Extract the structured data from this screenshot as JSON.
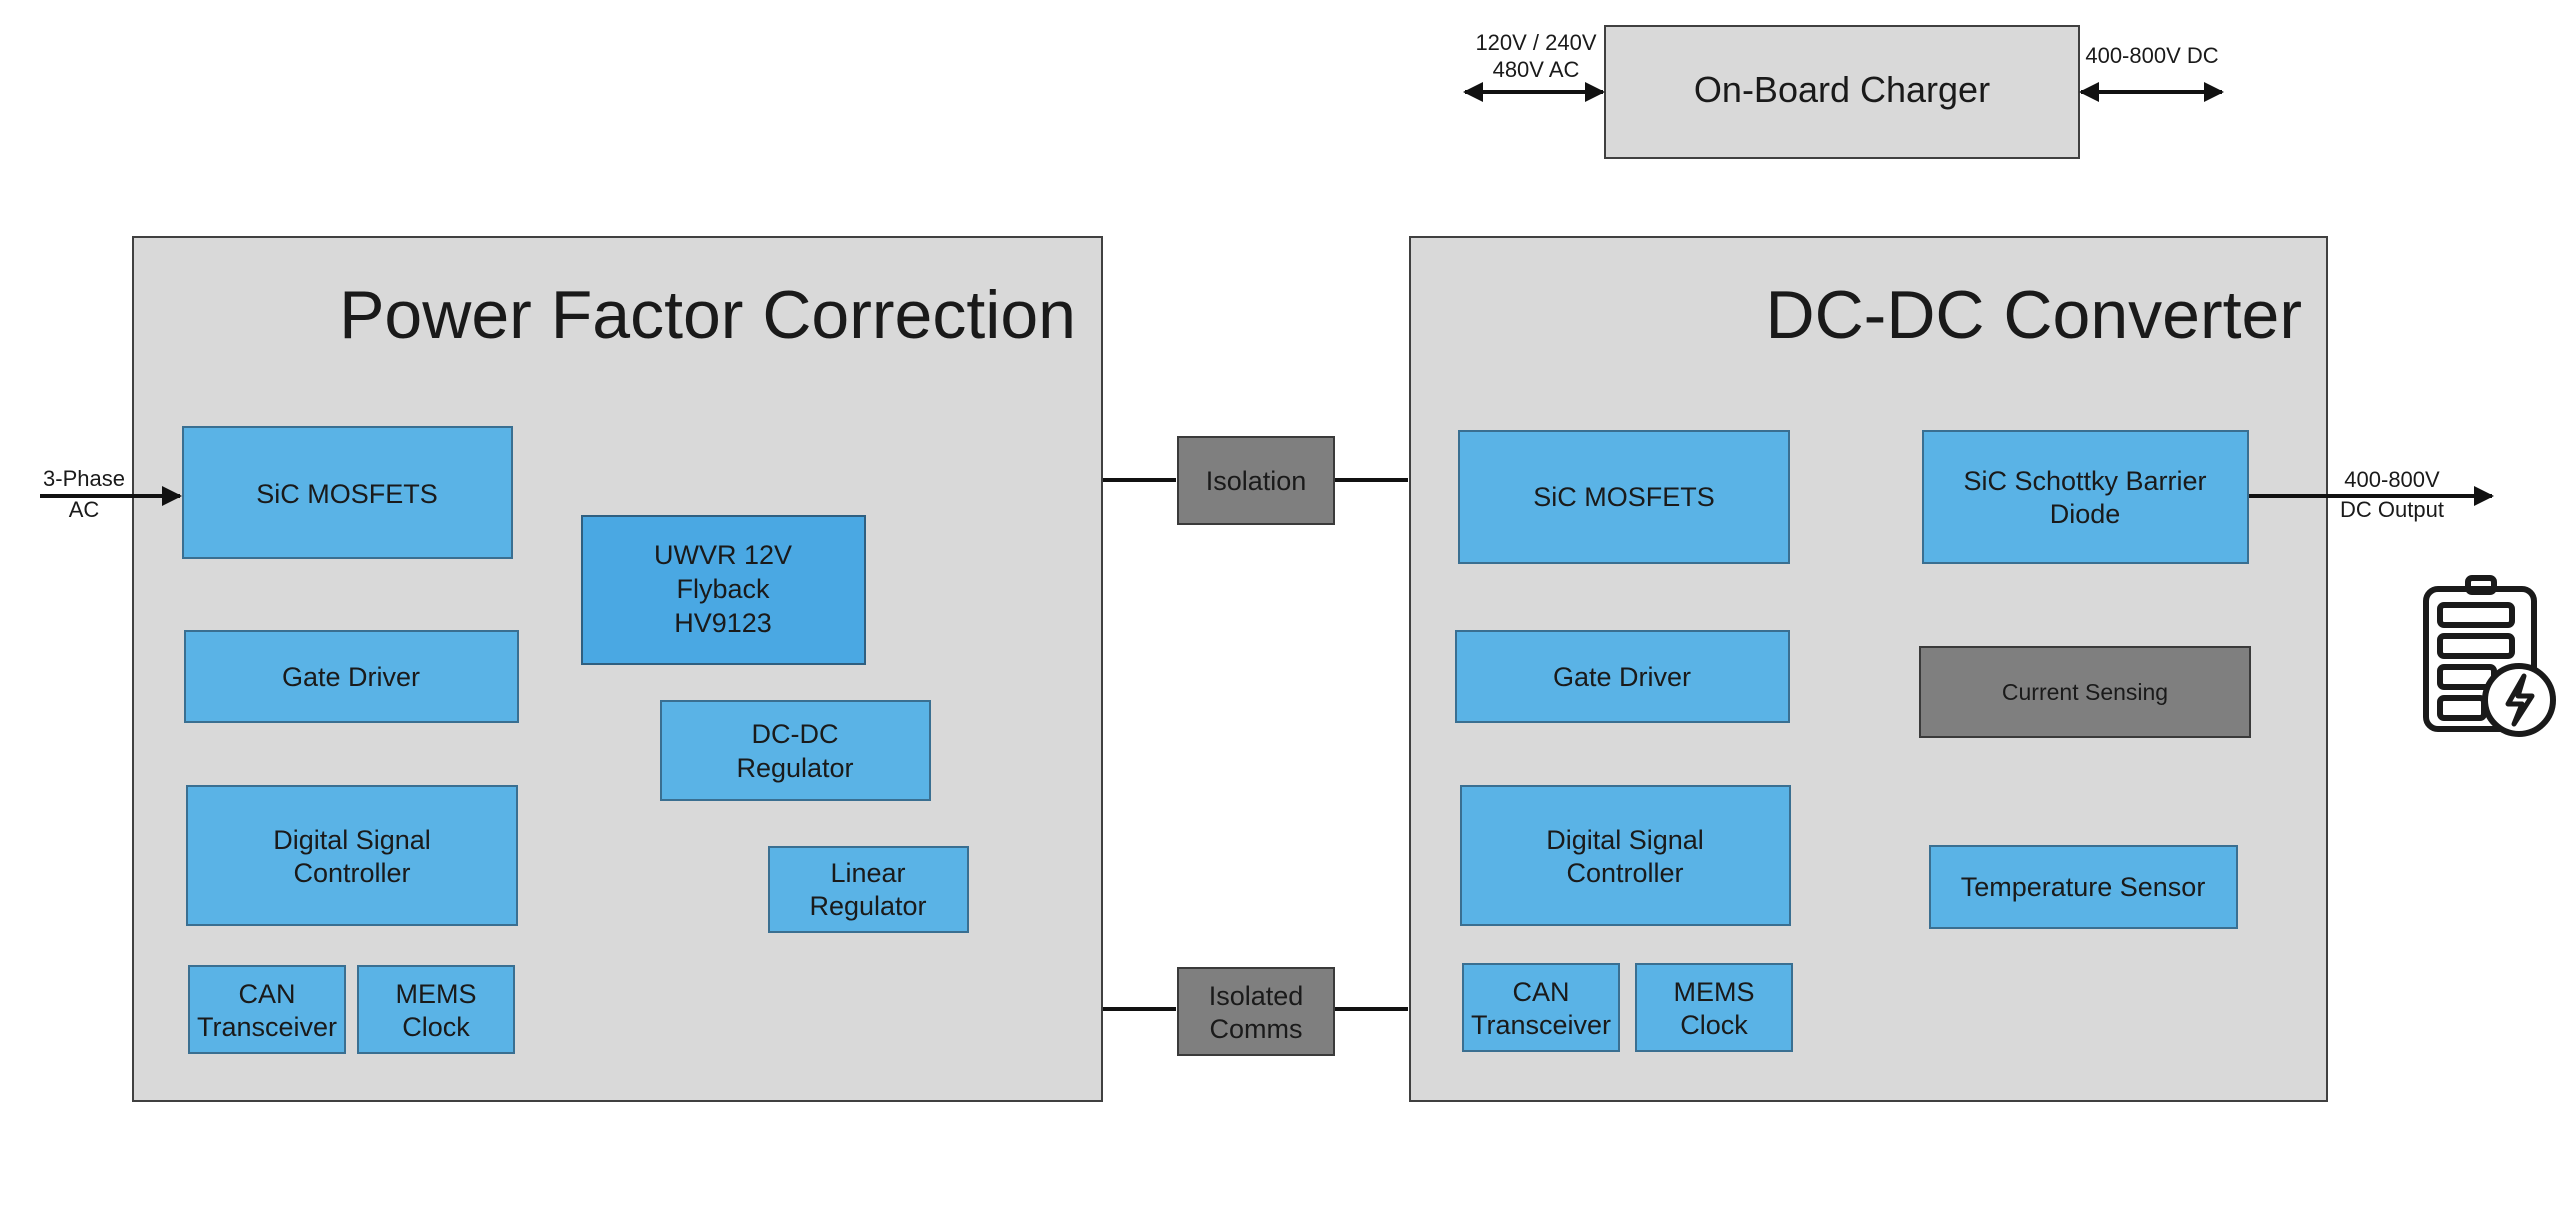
{
  "on_board_charger": {
    "title": "On-Board Charger",
    "input_line1": "120V / 240V",
    "input_line2": "480V AC",
    "output": "400-800V DC"
  },
  "pfc": {
    "title": "Power Factor Correction",
    "input_line1": "3-Phase",
    "input_line2": "AC",
    "sic_mosfets": "SiC MOSFETS",
    "gate_driver": "Gate Driver",
    "dsc_line1": "Digital Signal",
    "dsc_line2": "Controller",
    "can_line1": "CAN",
    "can_line2": "Transceiver",
    "mems_line1": "MEMS",
    "mems_line2": "Clock",
    "flyback_line1": "UWVR 12V",
    "flyback_line2": "Flyback",
    "flyback_line3": "HV9123",
    "dcdc_reg_line1": "DC-DC",
    "dcdc_reg_line2": "Regulator",
    "linear_line1": "Linear",
    "linear_line2": "Regulator"
  },
  "isolation": {
    "isolation": "Isolation",
    "comms_line1": "Isolated",
    "comms_line2": "Comms"
  },
  "dcdc": {
    "title": "DC-DC Converter",
    "sic_mosfets": "SiC MOSFETS",
    "schottky_line1": "SiC Schottky Barrier",
    "schottky_line2": "Diode",
    "gate_driver": "Gate Driver",
    "current_sensing": "Current Sensing",
    "dsc_line1": "Digital Signal",
    "dsc_line2": "Controller",
    "temp_sensor": "Temperature Sensor",
    "can_line1": "CAN",
    "can_line2": "Transceiver",
    "mems_line1": "MEMS",
    "mems_line2": "Clock",
    "output_line1": "400-800V",
    "output_line2": "DC Output"
  },
  "icons": {
    "battery": "battery-charging-icon"
  },
  "colors": {
    "panel": "#d9d9d9",
    "block_blue": "#5ab3e6",
    "block_grey": "#7f7f7f"
  }
}
